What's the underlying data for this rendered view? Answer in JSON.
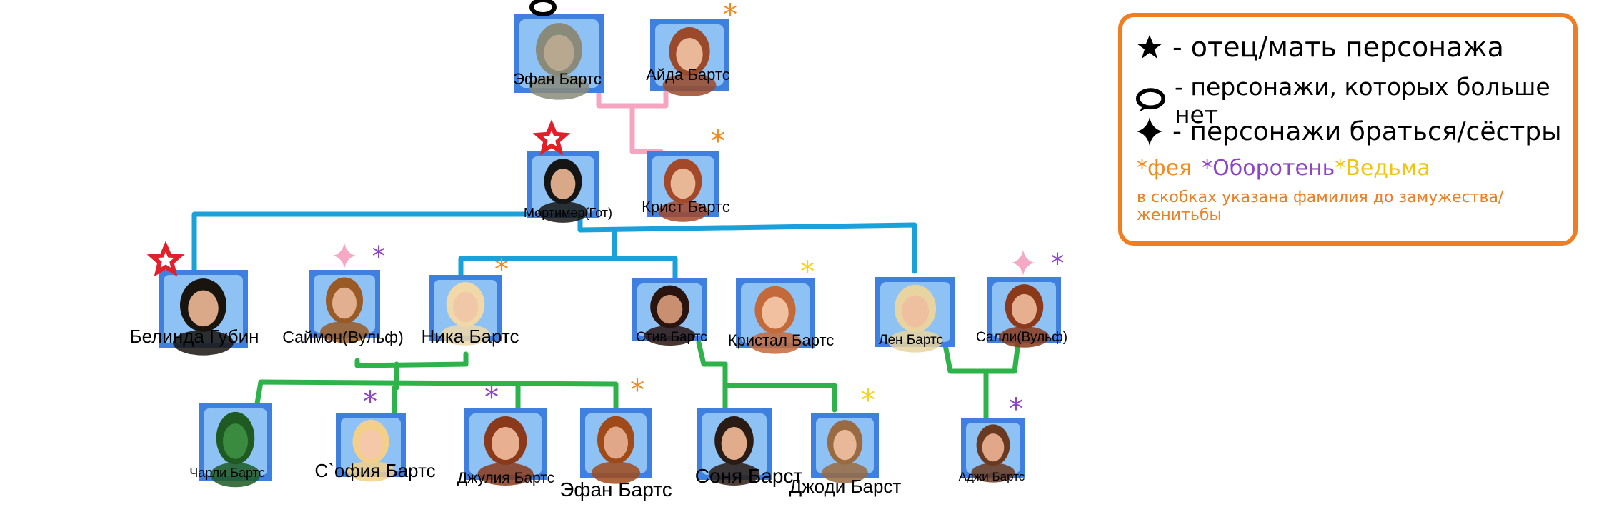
{
  "colors": {
    "parents_line": "#f6a5c0",
    "family_line": "#1ba1d9",
    "children_line": "#2db34a",
    "fairy": "#f28a1e",
    "werewolf": "#8e44c6",
    "witch": "#f7d21b",
    "parent_marker": "#e0202a",
    "sibling_marker": "#f5a9c4",
    "legend_border": "#ef7d22"
  },
  "people": [
    {
      "id": "efan_sr",
      "name": "Эфан Бартс",
      "marker": "deceased-icon",
      "hair": "#8a8a7a",
      "skin": "#b8a890"
    },
    {
      "id": "aida",
      "name": "Айда Бартс",
      "marker": "fairy-star",
      "hair": "#9a4a2a",
      "skin": "#e8b898"
    },
    {
      "id": "mortimer",
      "name": "Мортимер(Гот)",
      "marker": "parent-star",
      "hair": "#151515",
      "skin": "#d8a888"
    },
    {
      "id": "krist",
      "name": "Крист Бартс",
      "marker": "fairy-star",
      "hair": "#a4482a",
      "skin": "#e8b896"
    },
    {
      "id": "belinda",
      "name": "Белинда Губин",
      "marker": "parent-star",
      "hair": "#1a140e",
      "skin": "#d9a98a"
    },
    {
      "id": "simon",
      "name": "Саймон(Вульф)",
      "marker": "sibling-werewolf",
      "hair": "#9a5a25",
      "skin": "#e2b090"
    },
    {
      "id": "nika",
      "name": "Ника Бартс",
      "marker": "fairy-star",
      "hair": "#f0d8a8",
      "skin": "#f0c8a8"
    },
    {
      "id": "stiv",
      "name": "Стив Бартс",
      "marker": "",
      "hair": "#2a1410",
      "skin": "#c89070"
    },
    {
      "id": "kristal",
      "name": "Кристал Бартс",
      "marker": "witch-star",
      "hair": "#c46a3a",
      "skin": "#f0c0a0"
    },
    {
      "id": "len",
      "name": "Лен Бартс",
      "marker": "",
      "hair": "#e8d4a0",
      "skin": "#eec0a0"
    },
    {
      "id": "sally",
      "name": "Салли(Вульф)",
      "marker": "sibling-werewolf",
      "hair": "#8a3a1a",
      "skin": "#e6b090"
    },
    {
      "id": "charli",
      "name": "Чарли Бартс",
      "marker": "",
      "hair": "#1e5a22",
      "skin": "#3a8a40"
    },
    {
      "id": "sofia",
      "name": "С`офия Бартс",
      "marker": "werewolf-star",
      "hair": "#f3d08a",
      "skin": "#f4c8a8"
    },
    {
      "id": "julia",
      "name": "Джулия Бартс",
      "marker": "werewolf-star",
      "hair": "#8a3a1a",
      "skin": "#e8b090"
    },
    {
      "id": "efan_jr",
      "name": "Эфан Бартс",
      "marker": "fairy-star",
      "hair": "#a04a1a",
      "skin": "#e0a888"
    },
    {
      "id": "sonia",
      "name": "Соня Барст",
      "marker": "",
      "hair": "#2a1c14",
      "skin": "#e0ac8c"
    },
    {
      "id": "jodi",
      "name": "Джоди Барст",
      "marker": "witch-star",
      "hair": "#9a6a40",
      "skin": "#e8b898"
    },
    {
      "id": "adji",
      "name": "Аджи Бартс",
      "marker": "werewolf-star",
      "hair": "#6a3a20",
      "skin": "#e0a888"
    }
  ],
  "legend": {
    "parent_text": "- отец/мать персонажа",
    "deceased_text": "- персонажи, которых больше нет",
    "sibling_text": "- персонажи браться/сёстры",
    "fairy": "*фея",
    "werewolf": "*Оборотень",
    "witch": "*Ведьма",
    "note": "в скобках указана фамилия до замужества/женитьбы"
  }
}
